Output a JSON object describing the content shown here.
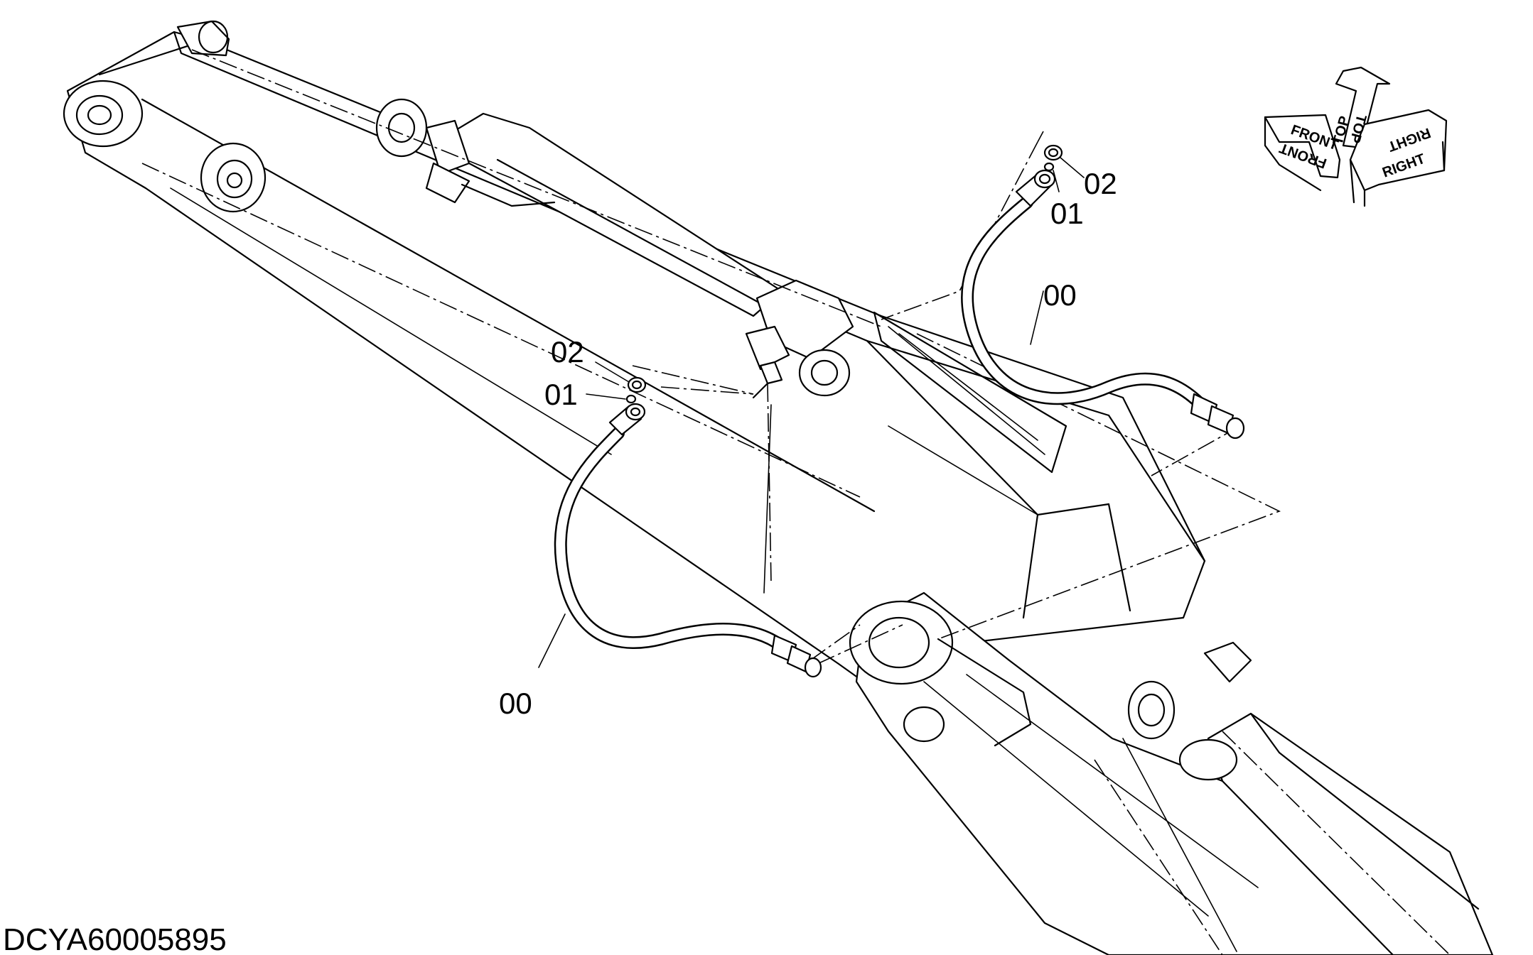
{
  "drawing_code": "DCYA60005895",
  "callouts": {
    "upper": {
      "nut": "02",
      "oring": "01",
      "hose": "00"
    },
    "lower": {
      "nut": "02",
      "oring": "01",
      "hose": "00"
    }
  },
  "orientation": {
    "front": "FRONT",
    "top": "TOP",
    "right": "RIGHT"
  }
}
